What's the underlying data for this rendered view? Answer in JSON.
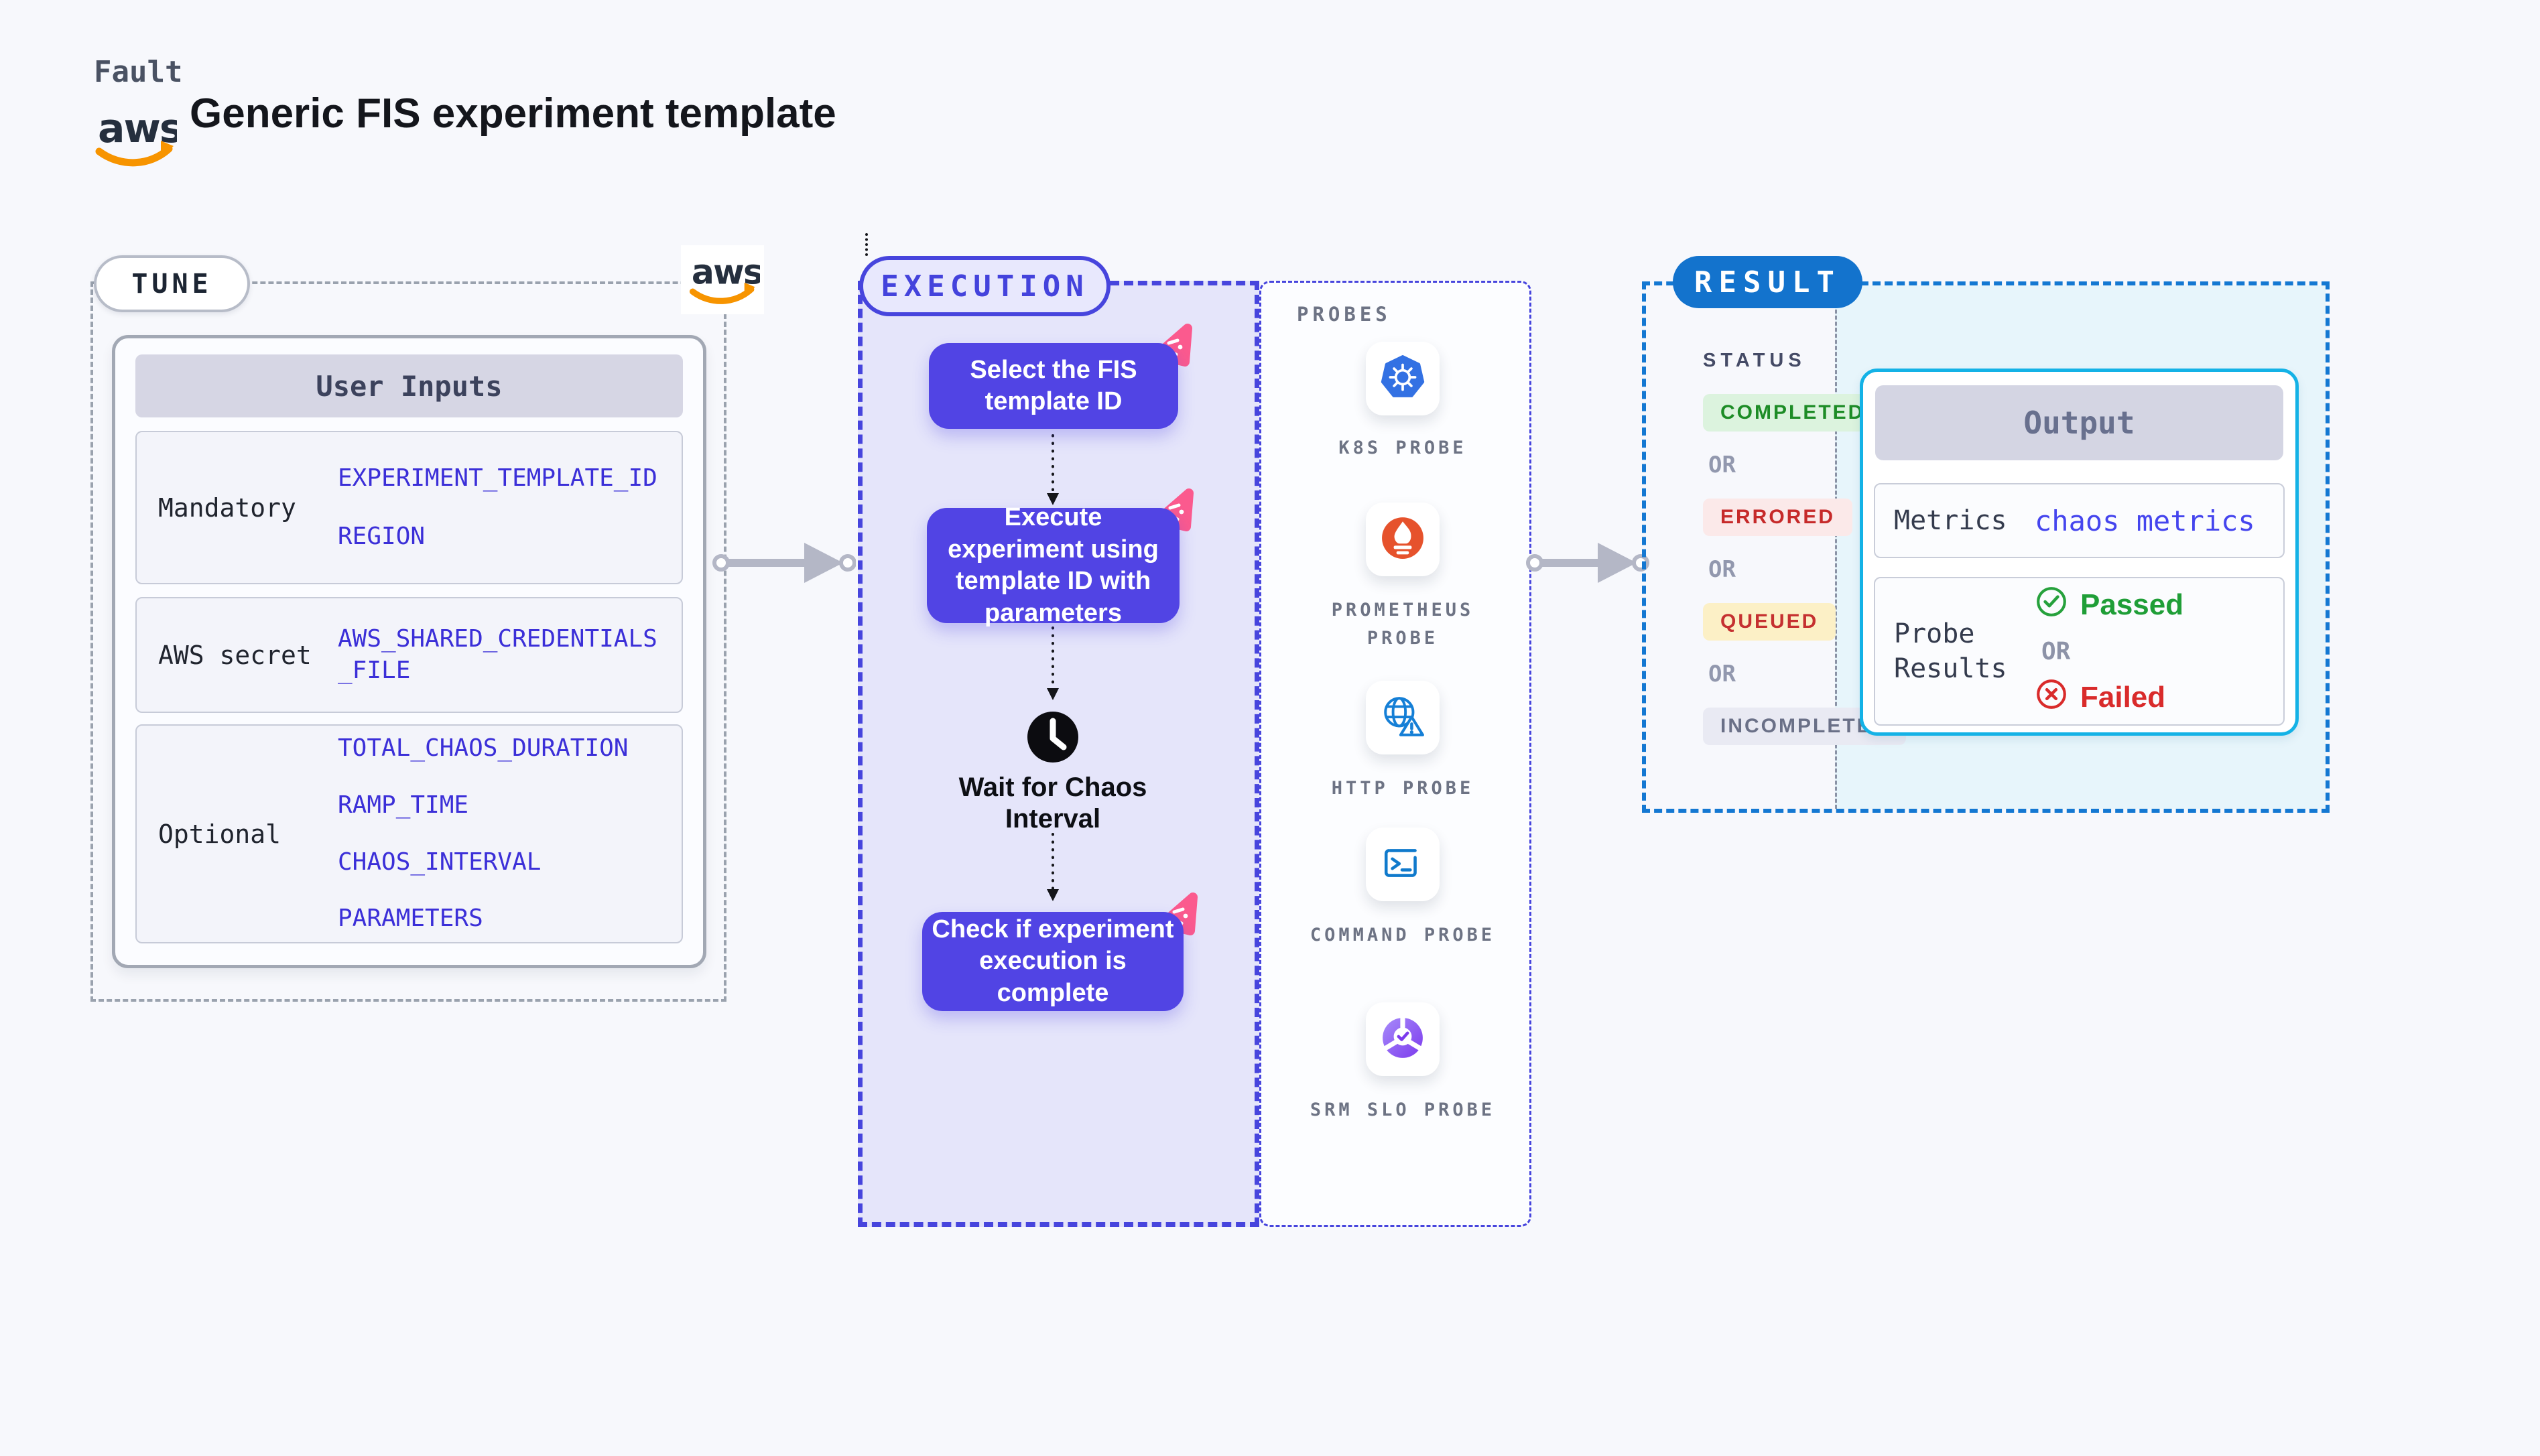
{
  "header": {
    "brand": "Fault",
    "title": "Generic FIS experiment template"
  },
  "tune": {
    "badge": "TUNE",
    "table": {
      "header": "User Inputs",
      "rows": [
        {
          "label": "Mandatory",
          "values": [
            "EXPERIMENT_TEMPLATE_ID",
            "REGION"
          ]
        },
        {
          "label": "AWS secret",
          "values": [
            "AWS_SHARED_CREDENTIALS_FILE"
          ]
        },
        {
          "label": "Optional",
          "values": [
            "TOTAL_CHAOS_DURATION",
            "RAMP_TIME",
            "CHAOS_INTERVAL",
            "PARAMETERS"
          ]
        }
      ]
    }
  },
  "execution": {
    "badge": "EXECUTION",
    "steps": [
      {
        "label": "Select the FIS template ID"
      },
      {
        "label": "Execute experiment using template ID with parameters"
      },
      {
        "label": "Check if experiment execution is complete"
      }
    ],
    "wait_label": "Wait for Chaos Interval"
  },
  "probes": {
    "title": "PROBES",
    "items": [
      {
        "icon": "kubernetes-icon",
        "label": "K8S PROBE"
      },
      {
        "icon": "prometheus-icon",
        "label": "PROMETHEUS PROBE"
      },
      {
        "icon": "http-globe-icon",
        "label": "HTTP PROBE"
      },
      {
        "icon": "terminal-icon",
        "label": "COMMAND PROBE"
      },
      {
        "icon": "slo-donut-icon",
        "label": "SRM SLO PROBE"
      }
    ]
  },
  "result": {
    "badge": "RESULT",
    "status_title": "STATUS",
    "or_label": "OR",
    "statuses": [
      {
        "label": "COMPLETED",
        "bg": "#dcf3de",
        "color": "#1d8c26"
      },
      {
        "label": "ERRORED",
        "bg": "#fbe9e9",
        "color": "#c62a2a"
      },
      {
        "label": "QUEUED",
        "bg": "#fcf0c6",
        "color": "#c53030"
      },
      {
        "label": "INCOMPLETED",
        "bg": "#e9eaf3",
        "color": "#6a7087"
      }
    ],
    "output": {
      "header": "Output",
      "metrics_label": "Metrics",
      "metrics_value": "chaos metrics",
      "probe_results_label": "Probe Results",
      "passed_label": "Passed",
      "failed_label": "Failed",
      "or_label": "OR"
    }
  },
  "colors": {
    "accent_indigo": "#4745dd",
    "step_box": "#5144e4",
    "result_blue": "#1373cd",
    "output_border": "#14b2e6",
    "passed_green": "#1f9e37",
    "failed_red": "#d92b2b",
    "aws_orange": "#f79400",
    "pink_badge": "#fb5a8e",
    "value_blue": "#3b2fd8"
  }
}
